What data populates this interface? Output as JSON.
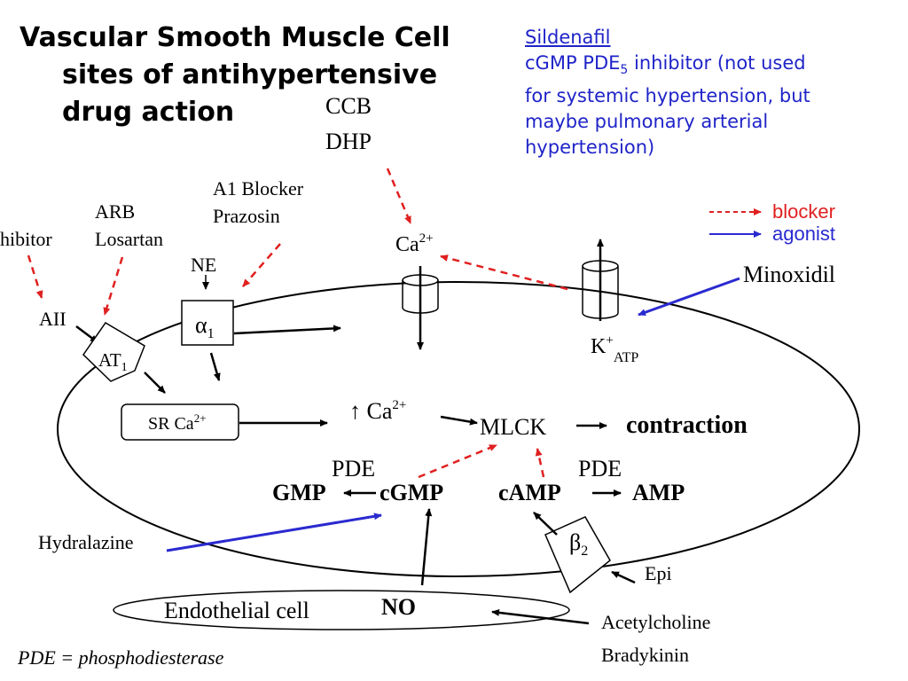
{
  "title": {
    "line1": "Vascular Smooth Muscle Cell",
    "line2": "sites of antihypertensive",
    "line3": "drug action"
  },
  "sildenafil": {
    "name": "Sildenafil",
    "desc_part1": "cGMP PDE",
    "desc_sub": "5",
    "desc_part2": " inhibitor (not used",
    "line2": "for systemic hypertension, but",
    "line3": "maybe pulmonary arterial",
    "line4": "hypertension)"
  },
  "legend": {
    "blocker": "blocker",
    "agonist": "agonist",
    "blocker_color": "#e02020",
    "agonist_color": "#2a2ad0"
  },
  "labels": {
    "ccb": "CCB",
    "dhp": "DHP",
    "a1_blocker": "A1 Blocker",
    "prazosin": "Prazosin",
    "arb": "ARB",
    "losartan": "Losartan",
    "ace_inhibitor": "hibitor",
    "ne": "NE",
    "aii": "AII",
    "at1": "AT",
    "at1_sub": "1",
    "alpha1": "α",
    "alpha1_sub": "1",
    "ca": "Ca",
    "ca_sup": "2+",
    "minoxidil": "Minoxidil",
    "katp": "K",
    "katp_sup": "+",
    "katp_sub": "ATP",
    "sr": "SR  Ca",
    "sr_sup": "2+",
    "up_ca": "↑ Ca",
    "up_ca_sup": "2+",
    "mlck": "MLCK",
    "contraction": "contraction",
    "pde_left": "PDE",
    "pde_right": "PDE",
    "gmp": "GMP",
    "cgmp": "cGMP",
    "camp": "cAMP",
    "amp": "AMP",
    "beta2": "β",
    "beta2_sub": "2",
    "epi": "Epi",
    "hydralazine": "Hydralazine",
    "endothelial": "Endothelial cell",
    "no": "NO",
    "acetylcholine": "Acetylcholine",
    "bradykinin": "Bradykinin",
    "pde_def": "PDE = phosphodiesterase"
  }
}
